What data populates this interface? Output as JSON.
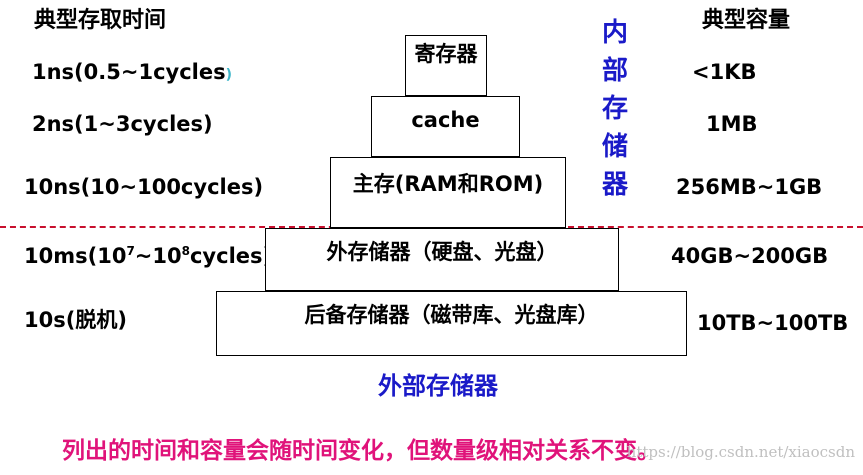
{
  "headers": {
    "access_time": "典型存取时间",
    "capacity": "典型容量"
  },
  "rows": [
    {
      "time": "1ns(0.5~1cycles",
      "time_tail": ")",
      "level": "寄存器",
      "capacity": "<1KB"
    },
    {
      "time": "2ns(1~3cycles)",
      "level": "cache",
      "capacity": "1MB"
    },
    {
      "time": "10ns(10~100cycles)",
      "level": "主存(RAM和ROM)",
      "capacity": "256MB~1GB"
    },
    {
      "time_prefix": "10ms(10",
      "time_exp1": "7",
      "time_mid": "~10",
      "time_exp2": "8",
      "time_suffix": "cycles)",
      "level": "外存储器（硬盘、光盘）",
      "capacity": "40GB~200GB"
    },
    {
      "time": "10s(脱机)",
      "level": "后备存储器（磁带库、光盘库）",
      "capacity": "10TB~100TB"
    }
  ],
  "internal_label": "内部存储器",
  "external_label": "外部存储器",
  "footer_note": "列出的时间和容量会随时间变化，但数量级相对关系不变。",
  "watermark": "https://blog.csdn.net/xiaocsdn",
  "colors": {
    "divider": "#c8102e",
    "internal_label": "#1a1ac8",
    "external_label": "#1a1ac8",
    "footer_note": "#e0137a"
  }
}
